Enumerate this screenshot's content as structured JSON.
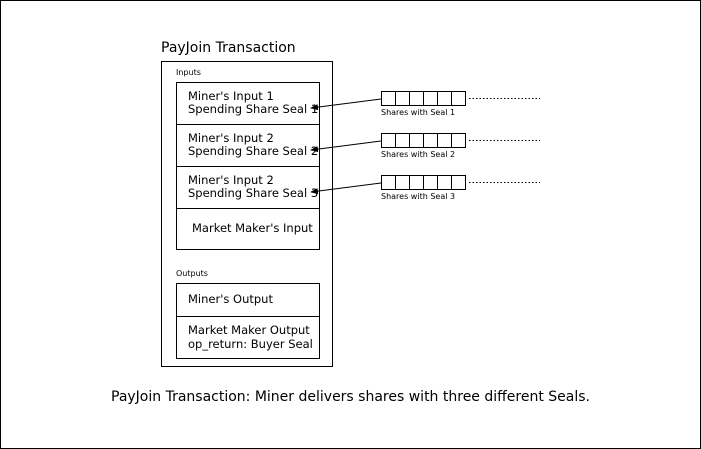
{
  "title": "PayJoin Transaction",
  "inputs_label": "Inputs",
  "outputs_label": "Outputs",
  "inputs": [
    {
      "line1": "Miner's Input 1",
      "line2": "Spending Share Seal 1"
    },
    {
      "line1": "Miner's Input 2",
      "line2": "Spending Share Seal 2"
    },
    {
      "line1": "Miner's Input 2",
      "line2": "Spending Share Seal 3"
    },
    {
      "line1": "Market Maker's Input",
      "line2": ""
    }
  ],
  "outputs": [
    {
      "line1": "Miner's Output",
      "line2": ""
    },
    {
      "line1": "Market Maker Output",
      "line2": "op_return: Buyer Seal"
    }
  ],
  "share_chains": [
    {
      "label": "Shares with Seal 1"
    },
    {
      "label": "Shares with Seal 2"
    },
    {
      "label": "Shares with Seal 3"
    }
  ],
  "caption": "PayJoin Transaction: Miner delivers shares with three different Seals."
}
